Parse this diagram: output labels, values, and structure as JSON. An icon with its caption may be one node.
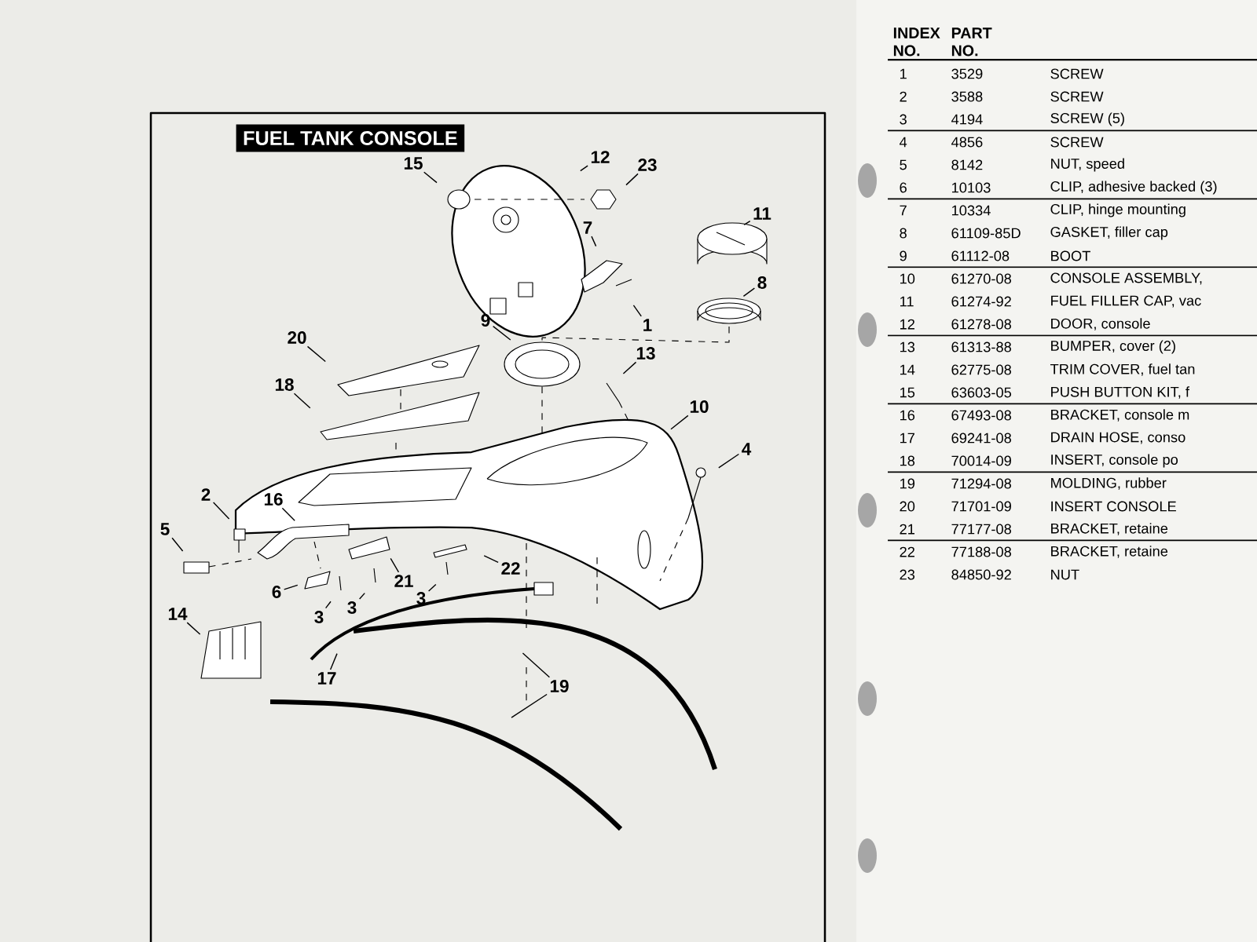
{
  "diagram": {
    "title": "FUEL TANK CONSOLE",
    "nodes": [
      {
        "text": [
          "15"
        ]
      },
      {
        "text": [
          "12"
        ]
      },
      {
        "text": [
          "23"
        ]
      },
      {
        "text": [
          "11"
        ]
      },
      {
        "text": [
          "7"
        ]
      },
      {
        "text": [
          "8"
        ]
      },
      {
        "text": [
          "1"
        ]
      },
      {
        "text": [
          "9"
        ]
      },
      {
        "text": [
          "20"
        ]
      },
      {
        "text": [
          "13"
        ]
      },
      {
        "text": [
          "18"
        ]
      },
      {
        "text": [
          "10"
        ]
      },
      {
        "text": [
          "4"
        ]
      },
      {
        "text": [
          "16"
        ]
      },
      {
        "text": [
          "2"
        ]
      },
      {
        "text": [
          "5"
        ]
      },
      {
        "text": [
          "6"
        ]
      },
      {
        "text": [
          "21"
        ]
      },
      {
        "text": [
          "22"
        ]
      },
      {
        "text": [
          "3"
        ]
      },
      {
        "text": [
          "3"
        ]
      },
      {
        "text": [
          "3"
        ]
      },
      {
        "text": [
          "14"
        ]
      },
      {
        "text": [
          "17"
        ]
      },
      {
        "text": [
          "19"
        ]
      }
    ],
    "edges": [
      {
        "from": 0,
        "to": null,
        "arrow": "none"
      },
      {
        "from": 1,
        "to": null,
        "arrow": "none"
      },
      {
        "from": 2,
        "to": null,
        "arrow": "none"
      },
      {
        "from": 3,
        "to": null,
        "arrow": "none"
      },
      {
        "from": 4,
        "to": null,
        "arrow": "none"
      },
      {
        "from": 5,
        "to": null,
        "arrow": "none"
      },
      {
        "from": 6,
        "to": null,
        "arrow": "none"
      },
      {
        "from": 7,
        "to": null,
        "arrow": "none"
      },
      {
        "from": 8,
        "to": null,
        "arrow": "none"
      },
      {
        "from": 9,
        "to": null,
        "arrow": "none"
      },
      {
        "from": 10,
        "to": null,
        "arrow": "none"
      },
      {
        "from": 11,
        "to": null,
        "arrow": "none"
      },
      {
        "from": 12,
        "to": null,
        "arrow": "none"
      },
      {
        "from": 13,
        "to": null,
        "arrow": "none"
      },
      {
        "from": 14,
        "to": null,
        "arrow": "none"
      },
      {
        "from": 15,
        "to": null,
        "arrow": "none"
      },
      {
        "from": 16,
        "to": null,
        "arrow": "none"
      },
      {
        "from": 17,
        "to": null,
        "arrow": "none"
      },
      {
        "from": 18,
        "to": null,
        "arrow": "none"
      },
      {
        "from": 19,
        "to": null,
        "arrow": "none"
      },
      {
        "from": 20,
        "to": null,
        "arrow": "none"
      },
      {
        "from": 21,
        "to": null,
        "arrow": "none"
      },
      {
        "from": 22,
        "to": null,
        "arrow": "none"
      },
      {
        "from": 23,
        "to": null,
        "arrow": "none"
      },
      {
        "from": 24,
        "to": null,
        "arrow": "none"
      },
      {
        "from": 24,
        "to": null,
        "arrow": "none"
      }
    ],
    "labels": [
      "INDEX NO.",
      "PART NO.",
      "1",
      "3529",
      "SCREW",
      "2",
      "3588",
      "SCREW",
      "3",
      "4194",
      "SCREW (5)",
      "4",
      "4856",
      "SCREW",
      "5",
      "8142",
      "NUT, speed",
      "6",
      "10103",
      "CLIP, adhesive backed (3)",
      "7",
      "10334",
      "CLIP, hinge mounting",
      "8",
      "61109-85D",
      "GASKET, filler cap",
      "9",
      "61112-08",
      "BOOT",
      "10",
      "61270-08",
      "CONSOLE ASSEMBLY,",
      "11",
      "61274-92",
      "FUEL FILLER CAP, vac",
      "12",
      "61278-08",
      "DOOR, console",
      "13",
      "61313-88",
      "BUMPER, cover (2)",
      "14",
      "62775-08",
      "TRIM COVER, fuel tan",
      "15",
      "63603-05",
      "PUSH BUTTON KIT, f",
      "16",
      "67493-08",
      "BRACKET, console m",
      "17",
      "69241-08",
      "DRAIN HOSE, conso",
      "18",
      "70014-09",
      "INSERT, console po",
      "19",
      "71294-08",
      "MOLDING, rubber",
      "20",
      "71701-09",
      "INSERT CONSOLE",
      "21",
      "77177-08",
      "BRACKET, retaine",
      "22",
      "77188-08",
      "BRACKET, retaine",
      "23",
      "84850-92",
      "NUT"
    ]
  }
}
